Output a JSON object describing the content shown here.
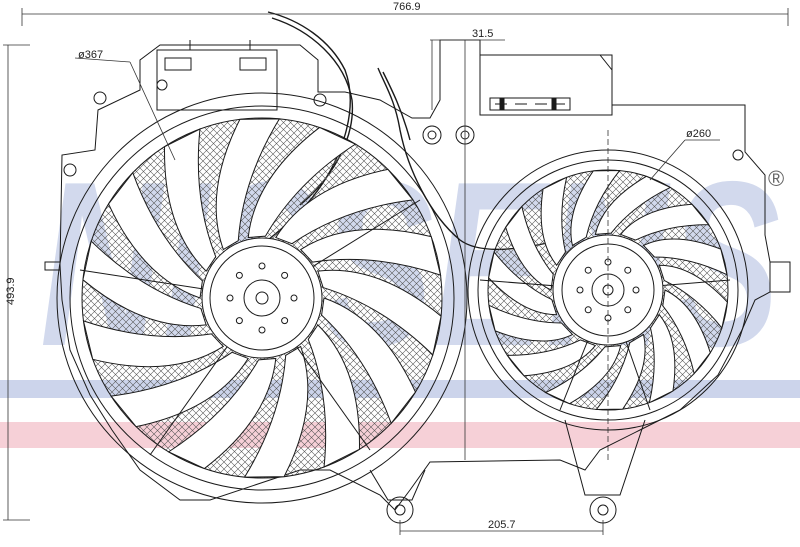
{
  "watermark": {
    "text": "NISSENS",
    "registered_mark": "®",
    "text_color": "#c3cde8",
    "band_blue": "#c3cde8",
    "band_red": "#f4c8d0"
  },
  "dimensions": {
    "overall_width": "766.9",
    "height": "493.9",
    "offset": "31.5",
    "large_fan_diameter": "ø367",
    "small_fan_diameter": "ø260",
    "bottom_spacing": "205.7"
  },
  "colors": {
    "line": "#1a1a1a",
    "hatch": "#555555"
  },
  "fans": [
    {
      "name": "large",
      "blade_count": 14
    },
    {
      "name": "small",
      "blade_count": 14
    }
  ]
}
